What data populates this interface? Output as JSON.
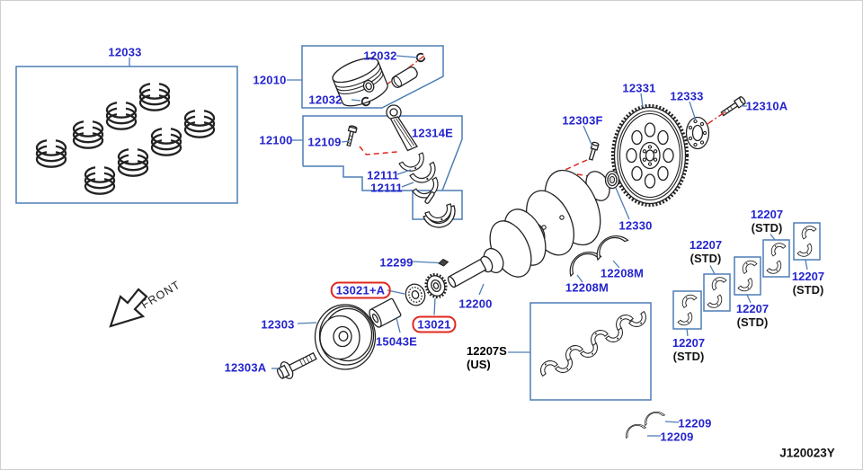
{
  "colors": {
    "label_blue": "#2424cf",
    "box_blue": "#4d7db5",
    "highlight_red": "#e0281e",
    "line_black": "#222222"
  },
  "front_label": "FRONT",
  "drawing_code": "J120023Y",
  "parts": {
    "piston_ring_set": "12033",
    "piston_assembly": "12010",
    "snap_ring_upper": "12032",
    "snap_ring_lower": "12032",
    "connecting_rod": "12100",
    "rod_bolt": "12109",
    "rod_cap_nut": "12314E",
    "rod_bearing_upper": "12111",
    "rod_bearing_lower": "12111",
    "pilot_bolt": "12303F",
    "flywheel": "12331",
    "drive_plate": "12333",
    "flywheel_bolt": "12310A",
    "pilot_bearing": "12330",
    "crank_key": "12299",
    "crankshaft": "12200",
    "thrust_bearing_right": "12208M",
    "thrust_bearing_left": "12208M",
    "sprocket_fitted": "13021+A",
    "sprocket": "13021",
    "pulley": "12303",
    "pulley_bolt": "12303A",
    "collar": "15043E",
    "main_bearing_set": "12207S",
    "main_bearing_set_grade": "(US)",
    "thrust_washer_upper": "12209",
    "thrust_washer_lower": "12209"
  },
  "main_bearings_std": [
    {
      "part": "12207",
      "grade": "(STD)"
    },
    {
      "part": "12207",
      "grade": "(STD)"
    },
    {
      "part": "12207",
      "grade": "(STD)"
    },
    {
      "part": "12207",
      "grade": "(STD)"
    },
    {
      "part": "12207",
      "grade": "(STD)"
    }
  ]
}
